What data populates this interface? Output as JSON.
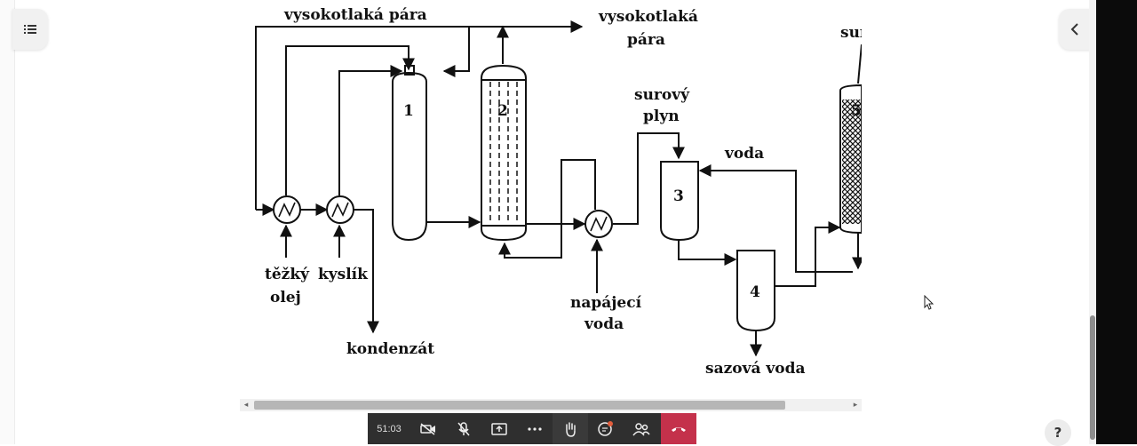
{
  "diagram": {
    "labels": {
      "steam_top": "vysokotlaká pára",
      "steam_out_1": "vysokotlaká",
      "steam_out_2": "pára",
      "raw_gas_1": "surový",
      "raw_gas_2": "plyn",
      "water": "voda",
      "heavy_oil_1": "těžký",
      "heavy_oil_2": "olej",
      "oxygen": "kyslík",
      "condensate": "kondenzát",
      "feed_water_1": "napájecí",
      "feed_water_2": "voda",
      "soot_water": "sazová voda",
      "cut_label": "sur",
      "unit_1": "1",
      "unit_2": "2",
      "unit_3": "3",
      "unit_4": "4",
      "unit_5": "5"
    }
  },
  "meeting": {
    "timer": "51:03",
    "icons": [
      "video-off-icon",
      "mic-off-icon",
      "share-icon",
      "more-icon",
      "raise-hand-icon",
      "chat-icon",
      "people-icon",
      "hang-up-icon"
    ],
    "end_color": "#c4314b"
  },
  "panels": {
    "help_label": "?"
  }
}
